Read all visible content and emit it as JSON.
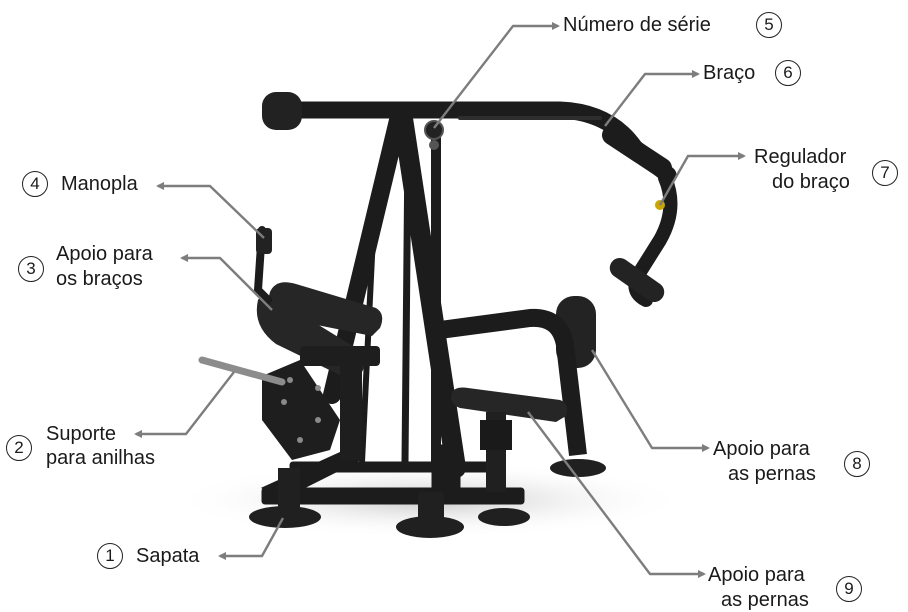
{
  "callouts": [
    {
      "id": "1",
      "number": "1",
      "label": "Sapata"
    },
    {
      "id": "2",
      "number": "2",
      "label_lines": [
        "Suporte",
        "para anilhas"
      ]
    },
    {
      "id": "3",
      "number": "3",
      "label_lines": [
        "Apoio para",
        "os braços"
      ]
    },
    {
      "id": "4",
      "number": "4",
      "label": "Manopla"
    },
    {
      "id": "5",
      "number": "5",
      "label": "Número de série"
    },
    {
      "id": "6",
      "number": "6",
      "label": "Braço"
    },
    {
      "id": "7",
      "number": "7",
      "label_lines": [
        "Regulador",
        "do braço"
      ]
    },
    {
      "id": "8",
      "number": "8",
      "label_lines": [
        "Apoio para",
        "as pernas"
      ]
    },
    {
      "id": "9",
      "number": "9",
      "label_lines": [
        "Apoio para",
        "as pernas"
      ]
    }
  ],
  "colors": {
    "frame": "#1c1c1c",
    "pad": "#262626",
    "leader": "#7d7d7d",
    "text": "#1a1a1a"
  }
}
